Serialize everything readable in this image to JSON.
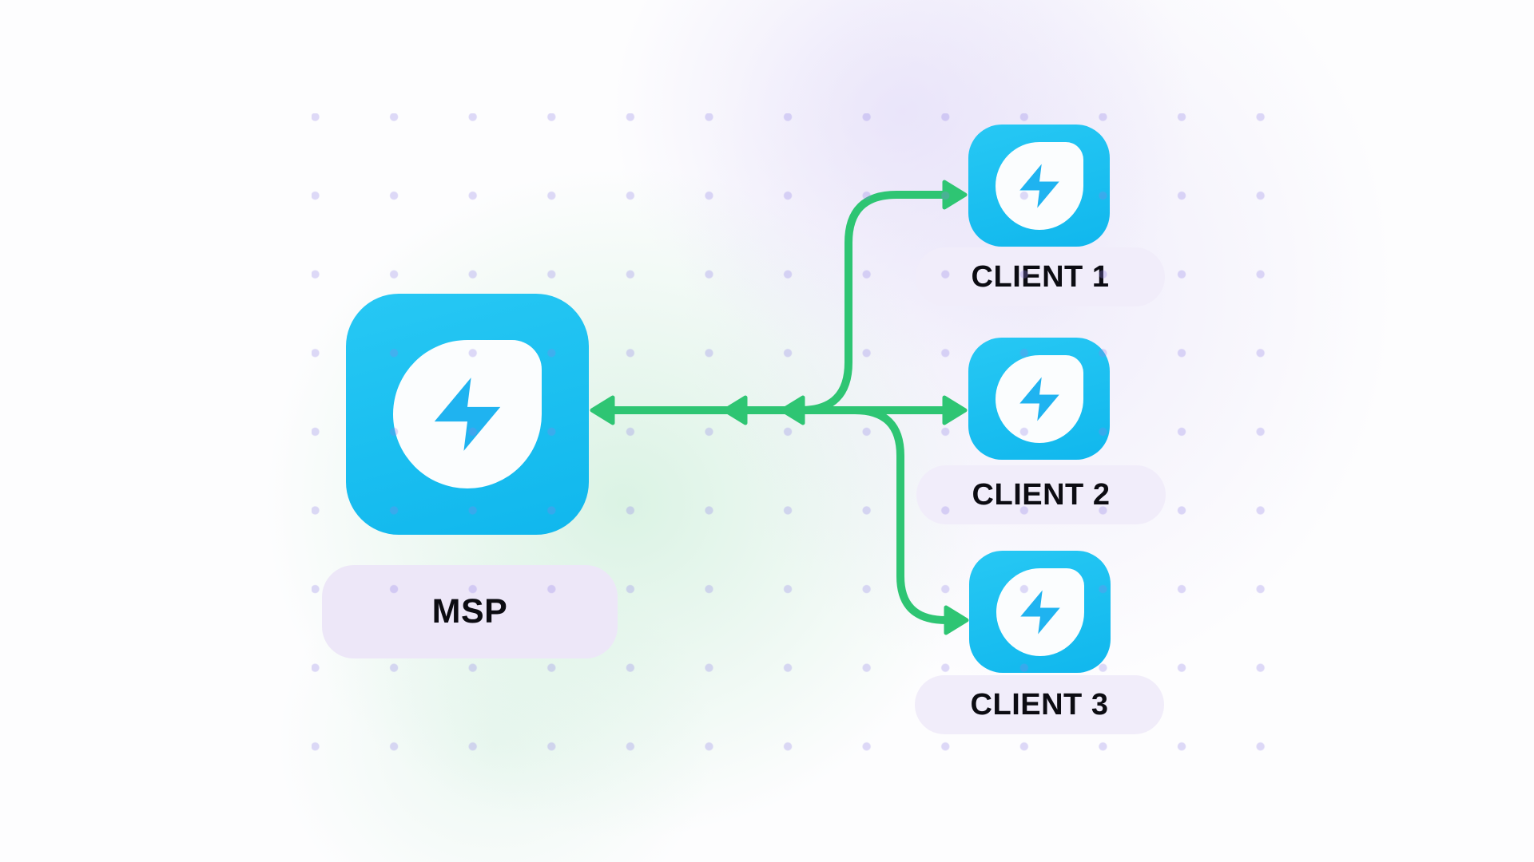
{
  "diagram": {
    "msp": {
      "label": "MSP",
      "icon": "lightning-bolt-app-icon"
    },
    "clients": [
      {
        "label": "CLIENT 1",
        "icon": "lightning-bolt-app-icon"
      },
      {
        "label": "CLIENT 2",
        "icon": "lightning-bolt-app-icon"
      },
      {
        "label": "CLIENT 3",
        "icon": "lightning-bolt-app-icon"
      }
    ],
    "connections": [
      {
        "a": "MSP",
        "b": "CLIENT 1",
        "arrows": "both"
      },
      {
        "a": "MSP",
        "b": "CLIENT 2",
        "arrows": "both"
      },
      {
        "a": "MSP",
        "b": "CLIENT 3",
        "arrows": "both"
      }
    ]
  },
  "colors": {
    "node_cyan": "#10B7ED",
    "node_cyan_light": "#27C8F4",
    "bolt_cyan": "#1FB3F0",
    "drop_white": "#FBFDFE",
    "connector_green": "#2EC573",
    "label_bg": "#EDE7F8",
    "client_label_bg": "#F1EDFA",
    "label_text": "#0C0C12",
    "grid_dot": "#8F7FE64A"
  }
}
